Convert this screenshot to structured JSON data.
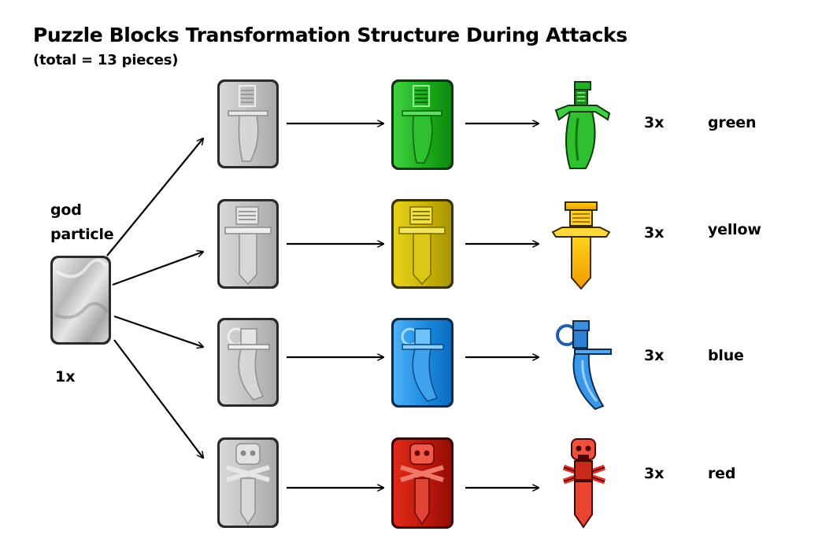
{
  "title": "Puzzle Blocks Transformation Structure During Attacks",
  "subtitle": "(total = 13 pieces)",
  "source": {
    "label_line1": "god",
    "label_line2": "particle",
    "count": "1x"
  },
  "rows": [
    {
      "count": "3x",
      "color_name": "green",
      "weapon_icon": "curved-dagger-icon",
      "color": "#22b022"
    },
    {
      "count": "3x",
      "color_name": "yellow",
      "weapon_icon": "hilt-sword-icon",
      "color": "#e8c400"
    },
    {
      "count": "3x",
      "color_name": "blue",
      "weapon_icon": "scimitar-icon",
      "color": "#2f8fe0"
    },
    {
      "count": "3x",
      "color_name": "red",
      "weapon_icon": "skull-dagger-icon",
      "color": "#e02a14"
    }
  ]
}
